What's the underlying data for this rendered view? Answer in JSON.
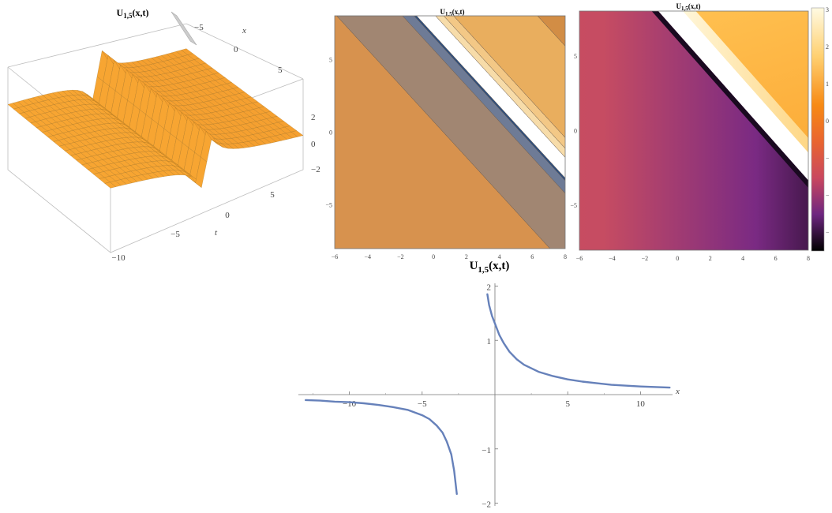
{
  "panels": [
    {
      "id": "surface3d",
      "chart_data": {
        "type": "surface3d",
        "title": "U",
        "title_sub": "1,5",
        "title_arg": "(x,t)",
        "x_axis_label": "x",
        "t_axis_label": "t",
        "x_ticks": [
          "−5",
          "0",
          "5"
        ],
        "t_ticks": [
          "−10",
          "−5",
          "0",
          "5"
        ],
        "z_ticks": [
          "2",
          "0",
          "−2"
        ],
        "colors": {
          "surface": "#F7A12E",
          "singular": "#CCCCCC",
          "mesh": "#9A6A1C"
        }
      }
    },
    {
      "id": "contour",
      "chart_data": {
        "type": "contour",
        "title": "U",
        "title_sub": "1,5",
        "title_arg": "(x,t)",
        "x_ticks": [
          "−6",
          "−4",
          "−2",
          "0",
          "2",
          "4",
          "6",
          "8"
        ],
        "y_ticks": [
          "5",
          "0",
          "−5"
        ],
        "xlim": [
          -6,
          8
        ],
        "ylim": [
          -8,
          8
        ],
        "colors": {
          "light": "#E9AE5E",
          "lighter": "#F3C886",
          "lightest": "#F7DCA9",
          "mid": "#D7924E",
          "dark": "#A18672",
          "darker": "#6E7B96",
          "edge": "#2E4F7F"
        }
      }
    },
    {
      "id": "density",
      "chart_data": {
        "type": "heatmap",
        "title": "U",
        "title_sub": "1,5",
        "title_arg": "(x,t)",
        "x_ticks": [
          "−6",
          "−4",
          "−2",
          "0",
          "2",
          "4",
          "6",
          "8"
        ],
        "y_ticks": [
          "5",
          "0",
          "−5"
        ],
        "colorbar_ticks": [
          "3",
          "2",
          "1",
          "0",
          "−",
          "−",
          "−"
        ],
        "xlim": [
          -6,
          8
        ],
        "ylim": [
          -8,
          8
        ],
        "colors": {
          "orange": "#F78A14",
          "pale": "#FFF2C8",
          "red": "#E0584E",
          "purple": "#7A2A83",
          "black": "#000000"
        }
      }
    },
    {
      "id": "line2d",
      "chart_data": {
        "type": "line",
        "title": "U",
        "title_sub": "1,5",
        "title_arg": "(x,t)",
        "xlabel": "x",
        "x_ticks": [
          -10,
          -5,
          5,
          10
        ],
        "y_ticks": [
          2,
          1,
          -1,
          -2
        ],
        "xlim": [
          -13.5,
          12.2
        ],
        "ylim": [
          -2.05,
          2.05
        ],
        "series_color": "#6681BA",
        "series": [
          {
            "x": [
              -13.0,
              -12.0,
              -11.0,
              -10.0,
              -9.0,
              -8.0,
              -7.0,
              -6.0,
              -5.0,
              -4.5,
              -4.0,
              -3.6,
              -3.3,
              -3.0,
              -2.8,
              -2.62
            ],
            "y": [
              -0.1,
              -0.11,
              -0.13,
              -0.14,
              -0.16,
              -0.19,
              -0.23,
              -0.28,
              -0.38,
              -0.45,
              -0.57,
              -0.7,
              -0.87,
              -1.1,
              -1.4,
              -1.83
            ]
          },
          {
            "x": [
              -0.52,
              -0.4,
              -0.2,
              0.0,
              0.3,
              0.6,
              1.0,
              1.5,
              2.0,
              3.0,
              4.0,
              5.0,
              6.0,
              8.0,
              10.0,
              12.0
            ],
            "y": [
              1.85,
              1.65,
              1.45,
              1.31,
              1.1,
              0.95,
              0.79,
              0.65,
              0.55,
              0.42,
              0.34,
              0.28,
              0.24,
              0.18,
              0.15,
              0.13
            ]
          }
        ]
      }
    }
  ]
}
